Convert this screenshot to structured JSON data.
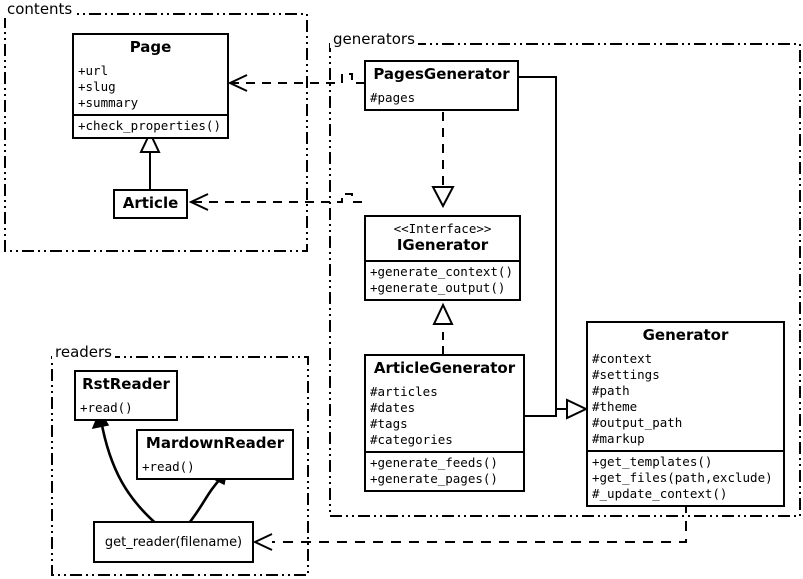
{
  "diagram": {
    "kind": "uml-class-diagram",
    "background": "#ffffff",
    "line_color": "#000000"
  },
  "packages": [
    {
      "id": "contents",
      "label": "contents"
    },
    {
      "id": "generators",
      "label": "generators"
    },
    {
      "id": "readers",
      "label": "readers"
    }
  ],
  "classes": {
    "page": {
      "name": "Page",
      "attributes": [
        "+url",
        "+slug",
        "+summary"
      ],
      "methods": [
        "+check_properties()"
      ]
    },
    "article": {
      "name": "Article",
      "attributes": [],
      "methods": []
    },
    "pages_generator": {
      "name": "PagesGenerator",
      "attributes": [
        "#pages"
      ],
      "methods": []
    },
    "igenerator": {
      "stereotype": "<<Interface>>",
      "name": "IGenerator",
      "attributes": [],
      "methods": [
        "+generate_context()",
        "+generate_output()"
      ]
    },
    "article_generator": {
      "name": "ArticleGenerator",
      "attributes": [
        "#articles",
        "#dates",
        "#tags",
        "#categories"
      ],
      "methods": [
        "+generate_feeds()",
        "+generate_pages()"
      ]
    },
    "generator": {
      "name": "Generator",
      "attributes": [
        "#context",
        "#settings",
        "#path",
        "#theme",
        "#output_path",
        "#markup"
      ],
      "methods": [
        "+get_templates()",
        "+get_files(path,exclude)",
        "#_update_context()"
      ]
    },
    "rst_reader": {
      "name": "RstReader",
      "attributes": [],
      "methods": [
        "+read()"
      ]
    },
    "mardown_reader": {
      "name": "MardownReader",
      "attributes": [],
      "methods": [
        "+read()"
      ]
    },
    "get_reader": {
      "name": "get_reader(filename)"
    }
  },
  "relations": [
    {
      "id": "article-extends-page",
      "type": "generalization",
      "from": "Article",
      "to": "Page"
    },
    {
      "id": "pagesgenerator-realizes-igenerator",
      "type": "realization",
      "from": "PagesGenerator",
      "to": "IGenerator"
    },
    {
      "id": "articlegenerator-realizes-igenerator",
      "type": "realization",
      "from": "ArticleGenerator",
      "to": "IGenerator"
    },
    {
      "id": "generators-extend-generator",
      "type": "generalization",
      "from": "PagesGenerator / ArticleGenerator",
      "to": "Generator"
    },
    {
      "id": "pagesgenerator-uses-page",
      "type": "dependency",
      "from": "PagesGenerator",
      "to": "Page"
    },
    {
      "id": "generators-use-article",
      "type": "dependency",
      "from": "generators",
      "to": "Article"
    },
    {
      "id": "generator-uses-get-reader",
      "type": "dependency",
      "from": "Generator",
      "to": "get_reader(filename)"
    },
    {
      "id": "get-reader-returns-rstreader",
      "type": "association",
      "from": "get_reader(filename)",
      "to": "RstReader"
    },
    {
      "id": "get-reader-returns-mardownreader",
      "type": "association",
      "from": "get_reader(filename)",
      "to": "MardownReader"
    }
  ]
}
